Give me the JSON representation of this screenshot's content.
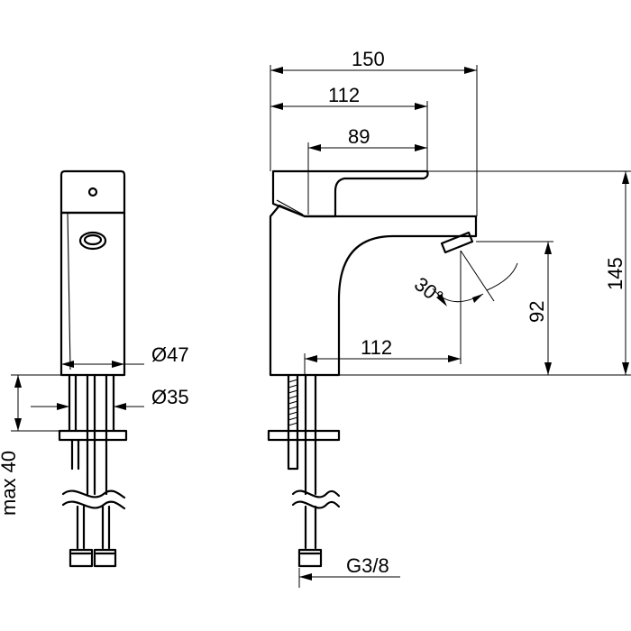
{
  "dimensions": {
    "overall_length": "150",
    "spout_reach": "112",
    "lever_length": "89",
    "overall_height": "145",
    "spout_height": "92",
    "base_to_outlet": "112",
    "spray_angle": "30°",
    "base_diameter": "Ø47",
    "tail_diameter": "Ø35",
    "max_deck_thickness": "max 40",
    "connection_thread": "G3/8"
  }
}
